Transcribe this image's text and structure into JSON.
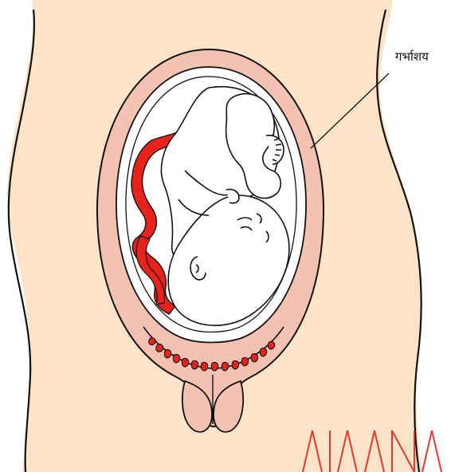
{
  "diagram": {
    "labels": {
      "uterus": "गर्भाशय"
    },
    "colors": {
      "body_skin": "#fde3c8",
      "uterus_wall": "#f4c2b0",
      "amniotic_space": "#ffffff",
      "umbilical_cord": "#e8231c",
      "outline": "#111111",
      "watermark": "#e8231c"
    },
    "icons": [
      "body-outline",
      "uterus-wall",
      "fetus",
      "umbilical-cord",
      "cervix"
    ]
  }
}
